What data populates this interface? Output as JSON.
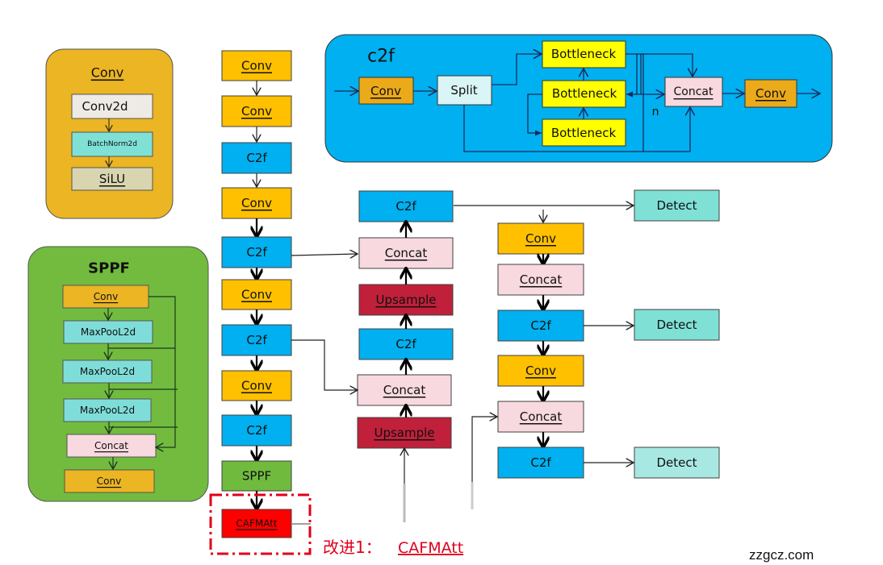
{
  "colors": {
    "conv": "#FFC000",
    "conv_dark": "#EBAA1A",
    "c2f": "#00B0F0",
    "concat": "#F8D9DF",
    "upsample": "#C0203A",
    "detect": "#7FE0D6",
    "detect_light": "#A8E8E2",
    "sppf": "#70BB3E",
    "cafm": "#FF0000",
    "bottleneck": "#FFFF00",
    "split": "#D9F5F5",
    "maxpool": "#7FDDD9",
    "conv2d": "#EEEBE6",
    "batchnorm": "#7FE0D6",
    "silu": "#D9D5B0",
    "c2f_panel": "#00B0F0",
    "conv_panel": "#EBB523",
    "sppf_panel": "#72BB3F",
    "highlight": "#E0001B"
  },
  "conv_legend": {
    "title": "Conv",
    "items": [
      "Conv2d",
      "BatchNorm2d",
      "SiLU"
    ]
  },
  "sppf_legend": {
    "title": "SPPF",
    "items": [
      "Conv",
      "MaxPooL2d",
      "MaxPooL2d",
      "MaxPooL2d",
      "Concat",
      "Conv"
    ]
  },
  "c2f_legend": {
    "title": "c2f",
    "conv_in": "Conv",
    "split": "Split",
    "bottlenecks": [
      "Bottleneck",
      "Bottleneck",
      "Bottleneck"
    ],
    "repeat_label": "n",
    "concat": "Concat",
    "conv_out": "Conv"
  },
  "backbone": [
    "Conv",
    "Conv",
    "C2f",
    "Conv",
    "C2f",
    "Conv",
    "C2f",
    "Conv",
    "C2f",
    "SPPF",
    "CAFMAtt"
  ],
  "neck_up": [
    "C2f",
    "Concat",
    "Upsample",
    "C2f",
    "Concat",
    "Upsample"
  ],
  "neck_down": [
    "Conv",
    "Concat",
    "C2f",
    "Conv",
    "Concat",
    "C2f"
  ],
  "heads": [
    "Detect",
    "Detect",
    "Detect"
  ],
  "annotation": {
    "prefix": "改进1：",
    "module": "CAFMAtt"
  },
  "watermark": "zzgcz.com"
}
